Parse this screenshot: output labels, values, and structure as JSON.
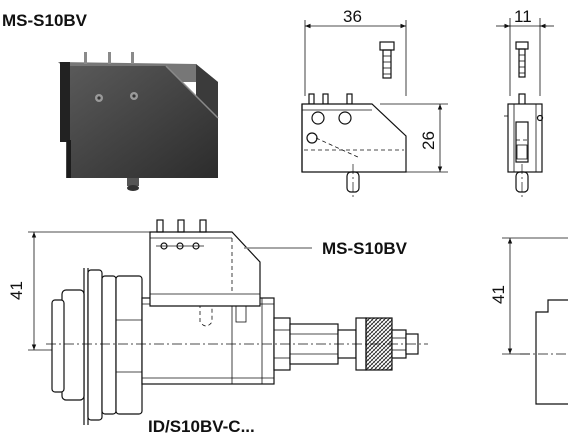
{
  "labels": {
    "product_photo": "MS-S10BV",
    "assembly_callout": "MS-S10BV",
    "assembly_model": "ID/S10BV-C..."
  },
  "dimensions": {
    "top_width": "36",
    "top_height": "26",
    "side_width": "11",
    "assembly_height": "41",
    "right_height": "41"
  }
}
